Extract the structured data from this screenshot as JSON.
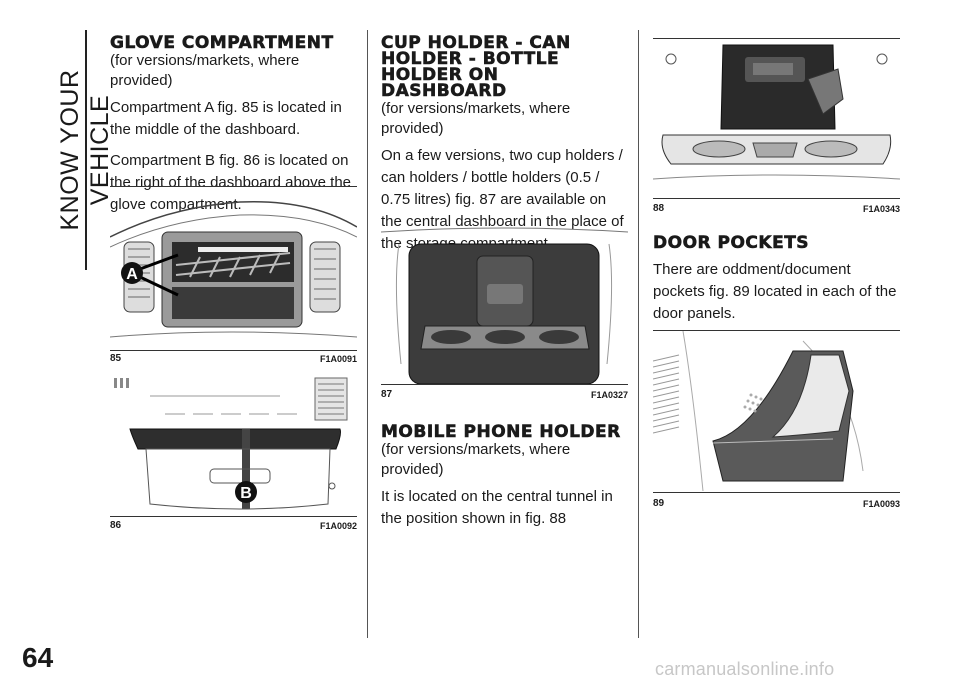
{
  "section_tab": "KNOW YOUR VEHICLE",
  "page_number": "64",
  "watermark": "carmanualsonline.info",
  "col1": {
    "title": "GLOVE COMPARTMENT",
    "subtitle": "(for versions/markets, where provided)",
    "p1": "Compartment A fig. 85 is located in the middle of the dashboard.",
    "p2": "Compartment B fig. 86 is located on the right of the dashboard above the glove compartment."
  },
  "col2": {
    "title1": "CUP HOLDER - CAN",
    "title2": "HOLDER - BOTTLE",
    "title3": "HOLDER ON",
    "title4": "DASHBOARD",
    "subtitle": "(for versions/markets, where provided)",
    "p1": "On a few versions, two cup holders / can holders / bottle holders (0.5 / 0.75 litres) fig. 87 are available on the central dashboard in the place of the storage compartment.",
    "title_phone": "MOBILE PHONE HOLDER",
    "subtitle_phone": "(for versions/markets, where provided)",
    "p_phone": "It is located on the central tunnel in the position shown in fig. 88"
  },
  "col3": {
    "title": "DOOR POCKETS",
    "p1": "There are oddment/document pockets fig. 89 located in each of the door panels."
  },
  "figures": {
    "f85": {
      "num": "85",
      "code": "F1A0091",
      "callout": "A"
    },
    "f86": {
      "num": "86",
      "code": "F1A0092",
      "callout": "B"
    },
    "f87": {
      "num": "87",
      "code": "F1A0327"
    },
    "f88": {
      "num": "88",
      "code": "F1A0343"
    },
    "f89": {
      "num": "89",
      "code": "F1A0093"
    }
  }
}
